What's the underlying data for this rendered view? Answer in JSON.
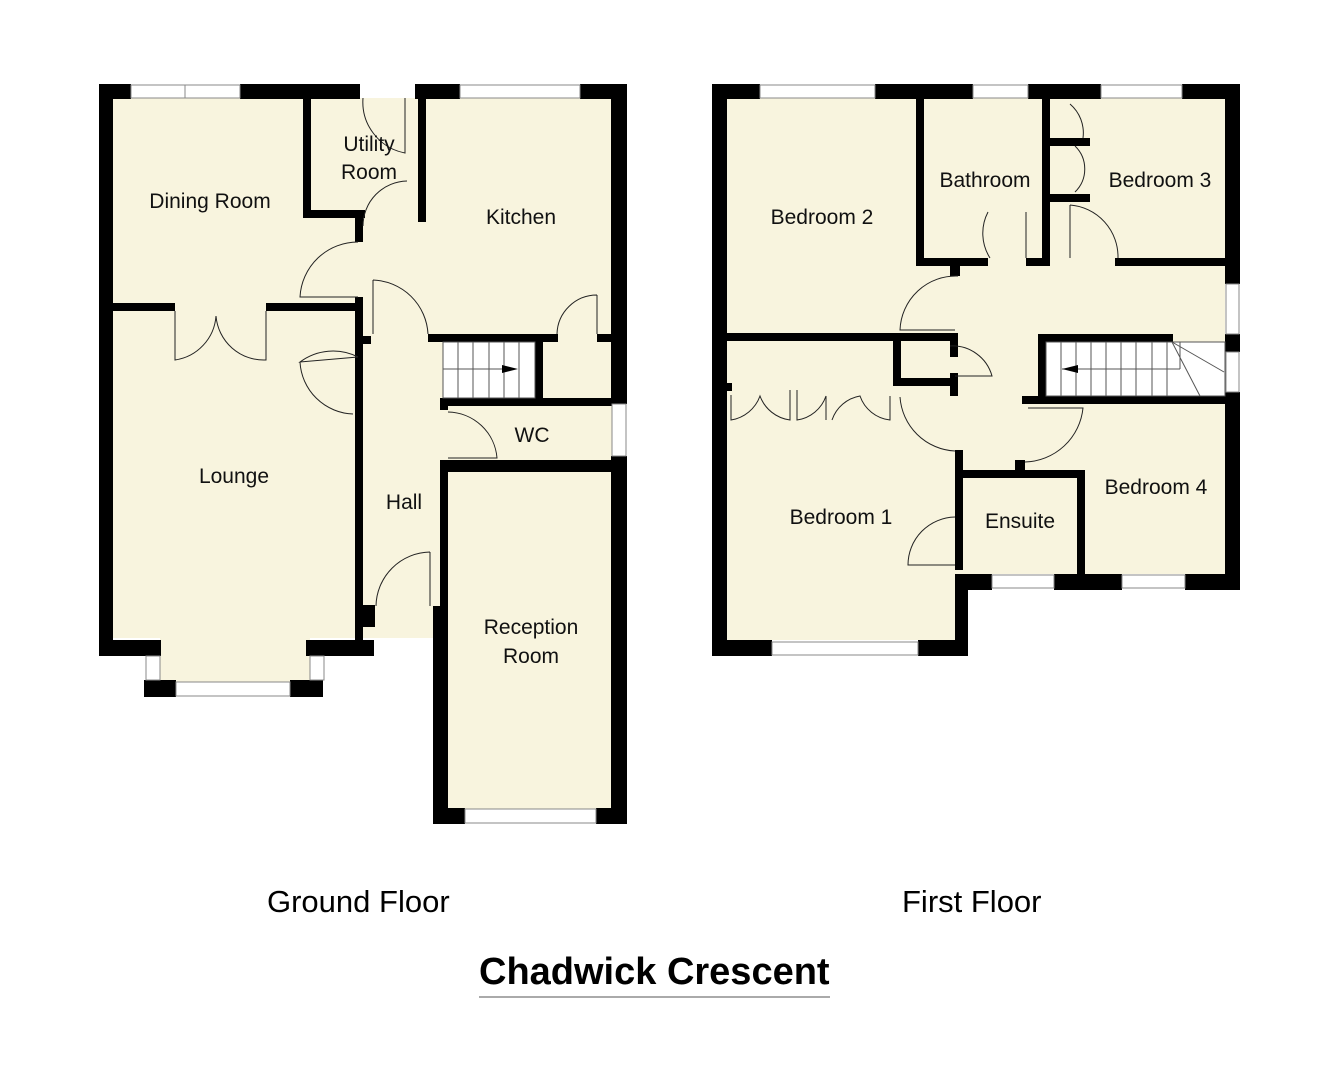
{
  "title": "Chadwick Crescent",
  "colors": {
    "room_fill": "#f8f4de",
    "wall": "#000000",
    "background": "#ffffff"
  },
  "ground_floor": {
    "label": "Ground Floor",
    "rooms": {
      "dining_room": "Dining Room",
      "utility_room_line1": "Utility",
      "utility_room_line2": "Room",
      "kitchen": "Kitchen",
      "lounge": "Lounge",
      "hall": "Hall",
      "wc": "WC",
      "reception_room_line1": "Reception",
      "reception_room_line2": "Room"
    }
  },
  "first_floor": {
    "label": "First Floor",
    "rooms": {
      "bedroom_2": "Bedroom 2",
      "bathroom": "Bathroom",
      "bedroom_3": "Bedroom 3",
      "bedroom_1": "Bedroom 1",
      "ensuite": "Ensuite",
      "bedroom_4": "Bedroom 4"
    }
  }
}
